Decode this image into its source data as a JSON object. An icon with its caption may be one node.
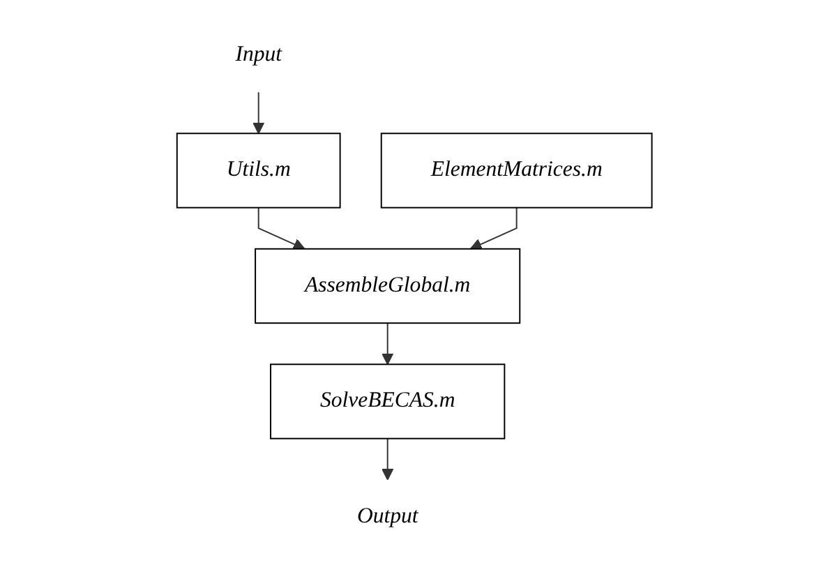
{
  "diagram": {
    "nodes": [
      {
        "text": [
          "Input"
        ]
      },
      {
        "text": [
          "Utils.m"
        ]
      },
      {
        "text": [
          "AssembleGlobal.m"
        ]
      },
      {
        "text": [
          "ElementMatrices.m"
        ]
      },
      {
        "text": [
          "SolveBECAS.m"
        ]
      },
      {
        "text": [
          "Output"
        ]
      }
    ],
    "edges": [
      {
        "from": 0,
        "to": 1,
        "arrow": "to"
      },
      {
        "from": 1,
        "to": 2,
        "arrow": "to"
      },
      {
        "from": 3,
        "to": 2,
        "arrow": "to"
      },
      {
        "from": 2,
        "to": 4,
        "arrow": "to"
      },
      {
        "from": 4,
        "to": 5,
        "arrow": "to"
      }
    ]
  }
}
